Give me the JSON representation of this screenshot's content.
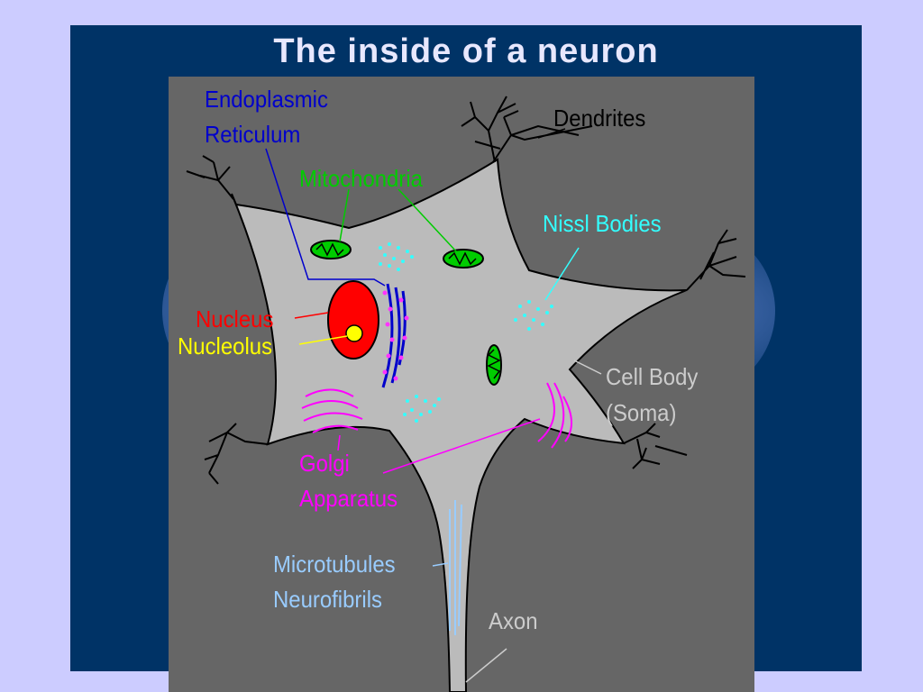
{
  "title": "The inside of a neuron",
  "labels": {
    "er_1": "Endoplasmic",
    "er_2": "Reticulum",
    "dendrites": "Dendrites",
    "mitochondria": "Mitochondria",
    "nissl": "Nissl Bodies",
    "nucleus": "Nucleus",
    "nucleolus": "Nucleolus",
    "cellbody_1": "Cell Body",
    "cellbody_2": "(Soma)",
    "golgi_1": "Golgi",
    "golgi_2": "Apparatus",
    "microtubules": "Microtubules",
    "neurofibrils": "Neurofibrils",
    "axon": "Axon"
  },
  "colors": {
    "page_background": "#ccccff",
    "slide_background": "#003366",
    "diagram_background": "#666666",
    "cell": "#bbbbbb",
    "er": "#0000cc",
    "mitochondria": "#00cc00",
    "nissl": "#33ffff",
    "nucleus": "#ff0000",
    "nucleolus": "#ffff00",
    "golgi": "#ff00ff",
    "microtubules": "#99ccff",
    "cell_body_label": "#cccccc",
    "dendrites_label": "#000000"
  }
}
